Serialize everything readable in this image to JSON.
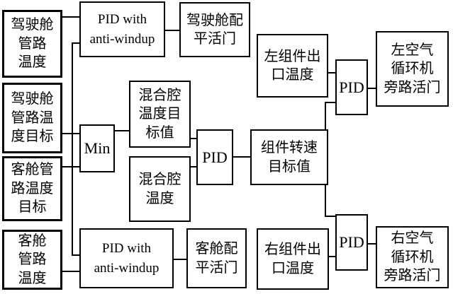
{
  "colors": {
    "background": "#ffffff",
    "line": "#000000",
    "text": "#000000"
  },
  "nodes": [
    {
      "id": "cockpit-duct-temp",
      "label": "驾驶舱\n管路\n温度"
    },
    {
      "id": "cockpit-duct-temp-target",
      "label": "驾驶舱\n管路温\n度目标"
    },
    {
      "id": "cabin-duct-temp-target",
      "label": "客舱管\n路温度\n目标"
    },
    {
      "id": "cabin-duct-temp",
      "label": "客舱\n管路\n温度"
    },
    {
      "id": "pid-anti-windup-top",
      "label": "PID with\nanti-windup"
    },
    {
      "id": "cockpit-trim-valve",
      "label": "驾驶舱配\n平活门"
    },
    {
      "id": "min",
      "label": "Min"
    },
    {
      "id": "mix-chamber-temp-target",
      "label": "混合腔\n温度目\n标值"
    },
    {
      "id": "mix-chamber-temp",
      "label": "混合腔\n温度"
    },
    {
      "id": "pid-center",
      "label": "PID"
    },
    {
      "id": "pack-speed-target",
      "label": "组件转速\n目标值"
    },
    {
      "id": "left-pack-outlet-temp",
      "label": "左组件出\n口温度"
    },
    {
      "id": "pid-left",
      "label": "PID"
    },
    {
      "id": "left-acm-bypass-valve",
      "label": "左空气\n循环机\n旁路活门"
    },
    {
      "id": "pid-anti-windup-bottom",
      "label": "PID with\nanti-windup"
    },
    {
      "id": "cabin-trim-valve",
      "label": "客舱配\n平活门"
    },
    {
      "id": "right-pack-outlet-temp",
      "label": "右组件出\n口温度"
    },
    {
      "id": "pid-right",
      "label": "PID"
    },
    {
      "id": "right-acm-bypass-valve",
      "label": "右空气\n循环机\n旁路活门"
    }
  ],
  "edges": [
    {
      "from": "cockpit-duct-temp",
      "to": "pid-anti-windup-top"
    },
    {
      "from": "duct-temp-target-line",
      "to": "pid-anti-windup-top"
    },
    {
      "from": "pid-anti-windup-top",
      "to": "cockpit-trim-valve"
    },
    {
      "from": "cockpit-duct-temp-target",
      "to": "min"
    },
    {
      "from": "cabin-duct-temp-target",
      "to": "min"
    },
    {
      "from": "duct-temp-target-line",
      "to": "pid-anti-windup-bottom"
    },
    {
      "from": "cabin-duct-temp",
      "to": "pid-anti-windup-bottom"
    },
    {
      "from": "pid-anti-windup-bottom",
      "to": "cabin-trim-valve"
    },
    {
      "from": "min",
      "to": "mix-chamber-temp-target"
    },
    {
      "from": "mix-chamber-temp-target",
      "to": "pid-center"
    },
    {
      "from": "mix-chamber-temp",
      "to": "pid-center"
    },
    {
      "from": "pid-center",
      "to": "pack-speed-target"
    },
    {
      "from": "pack-speed-target",
      "to": "pid-left"
    },
    {
      "from": "left-pack-outlet-temp",
      "to": "pid-left"
    },
    {
      "from": "pid-left",
      "to": "left-acm-bypass-valve"
    },
    {
      "from": "pack-speed-target",
      "to": "pid-right"
    },
    {
      "from": "right-pack-outlet-temp",
      "to": "pid-right"
    },
    {
      "from": "pid-right",
      "to": "right-acm-bypass-valve"
    }
  ]
}
